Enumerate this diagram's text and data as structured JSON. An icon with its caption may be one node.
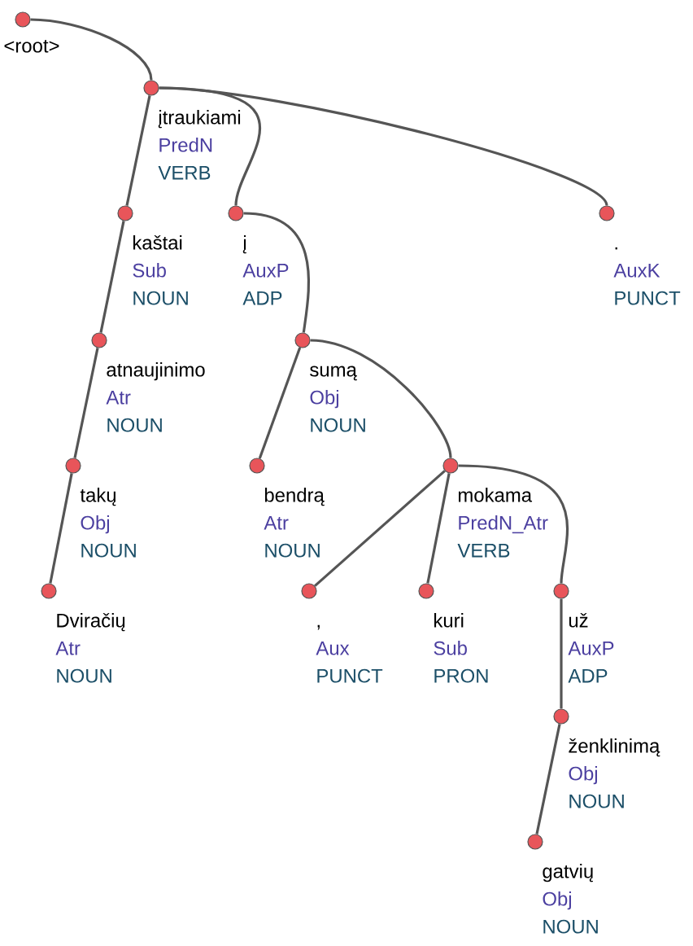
{
  "diagram": {
    "nodes": [
      {
        "text": [
          "<root>"
        ]
      },
      {
        "text": [
          "įtraukiami",
          "PredN",
          "VERB"
        ]
      },
      {
        "text": [
          "kaštai",
          "Sub",
          "NOUN"
        ]
      },
      {
        "text": [
          "į",
          "AuxP",
          "ADP"
        ]
      },
      {
        "text": [
          ".",
          "AuxK",
          "PUNCT"
        ]
      },
      {
        "text": [
          "atnaujinimo",
          "Atr",
          "NOUN"
        ]
      },
      {
        "text": [
          "sumą",
          "Obj",
          "NOUN"
        ]
      },
      {
        "text": [
          "takų",
          "Obj",
          "NOUN"
        ]
      },
      {
        "text": [
          "bendrą",
          "Atr",
          "NOUN"
        ]
      },
      {
        "text": [
          "mokama",
          "PredN_Atr",
          "VERB"
        ]
      },
      {
        "text": [
          "Dviračių",
          "Atr",
          "NOUN"
        ]
      },
      {
        "text": [
          ",",
          "Aux",
          "PUNCT"
        ]
      },
      {
        "text": [
          "kuri",
          "Sub",
          "PRON"
        ]
      },
      {
        "text": [
          "už",
          "AuxP",
          "ADP"
        ]
      },
      {
        "text": [
          "ženklinimą",
          "Obj",
          "NOUN"
        ]
      },
      {
        "text": [
          "gatvių",
          "Obj",
          "NOUN"
        ]
      }
    ],
    "edges": [
      {
        "from": 0,
        "to": 1,
        "arrow": "none"
      },
      {
        "from": 1,
        "to": 2,
        "arrow": "none"
      },
      {
        "from": 1,
        "to": 3,
        "arrow": "none"
      },
      {
        "from": 1,
        "to": 4,
        "arrow": "none"
      },
      {
        "from": 2,
        "to": 5,
        "arrow": "none"
      },
      {
        "from": 3,
        "to": 6,
        "arrow": "none"
      },
      {
        "from": 5,
        "to": 7,
        "arrow": "none"
      },
      {
        "from": 6,
        "to": 8,
        "arrow": "none"
      },
      {
        "from": 6,
        "to": 9,
        "arrow": "none"
      },
      {
        "from": 7,
        "to": 10,
        "arrow": "none"
      },
      {
        "from": 9,
        "to": 11,
        "arrow": "none"
      },
      {
        "from": 9,
        "to": 12,
        "arrow": "none"
      },
      {
        "from": 9,
        "to": 13,
        "arrow": "none"
      },
      {
        "from": 13,
        "to": 14,
        "arrow": "none"
      },
      {
        "from": 14,
        "to": 15,
        "arrow": "none"
      }
    ]
  }
}
